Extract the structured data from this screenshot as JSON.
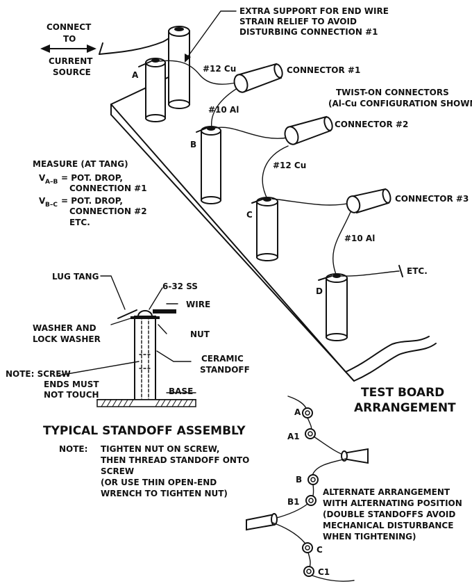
{
  "labels": {
    "connect_to": "CONNECT",
    "connect_to_2": "TO",
    "current_source": "CURRENT",
    "current_source_2": "SOURCE",
    "extra_support_1": "EXTRA SUPPORT FOR END WIRE",
    "extra_support_2": "STRAIN RELIEF TO AVOID",
    "extra_support_3": "DISTURBING CONNECTION #1",
    "a": "A",
    "b": "B",
    "c": "C",
    "d": "D",
    "wire_12cu_1": "#12 Cu",
    "wire_10al_1": "#10 Al",
    "wire_12cu_2": "#12 Cu",
    "wire_10al_2": "#10 Al",
    "connector_1": "CONNECTOR #1",
    "connector_2": "CONNECTOR #2",
    "connector_3": "CONNECTOR #3",
    "twist_on_1": "TWIST-ON CONNECTORS",
    "twist_on_2": "(Al-Cu CONFIGURATION SHOWN)",
    "etc_top": "ETC.",
    "measure_title": "MEASURE (AT TANG)",
    "vab_v": "V",
    "vab_sub": "A–B",
    "vab_text": "= POT. DROP,",
    "vab_text_2": "CONNECTION #1",
    "vbc_v": "V",
    "vbc_sub": "B–C",
    "vbc_text": "= POT. DROP,",
    "vbc_text_2": "CONNECTION #2",
    "vbc_text_3": "ETC.",
    "lug_tang": "LUG TANG",
    "screw": "6-32 SS",
    "wire": "WIRE",
    "washer_1": "WASHER AND",
    "washer_2": "LOCK WASHER",
    "nut": "NUT",
    "ceramic_1": "CERAMIC",
    "ceramic_2": "STANDOFF",
    "note_screw_1": "NOTE:  SCREW",
    "note_screw_2": "ENDS MUST",
    "note_screw_3": "NOT TOUCH",
    "base": "BASE",
    "typical_title": "TYPICAL STANDOFF ASSEMBLY",
    "note2_label": "NOTE:",
    "note2_1": "TIGHTEN NUT ON SCREW,",
    "note2_2": "THEN THREAD STANDOFF ONTO",
    "note2_3": "SCREW",
    "note2_4": "(OR USE THIN OPEN-END",
    "note2_5": "WRENCH TO TIGHTEN NUT)",
    "test_board_1": "TEST BOARD",
    "test_board_2": "ARRANGEMENT",
    "alt_a": "A",
    "alt_a1": "A1",
    "alt_b": "B",
    "alt_b1": "B1",
    "alt_c": "C",
    "alt_c1": "C1",
    "alt_1": "ALTERNATE ARRANGEMENT",
    "alt_2": "WITH ALTERNATING POSITION",
    "alt_3": "(DOUBLE STANDOFFS AVOID",
    "alt_4": "MECHANICAL DISTURBANCE",
    "alt_5": "WHEN TIGHTENING)"
  }
}
